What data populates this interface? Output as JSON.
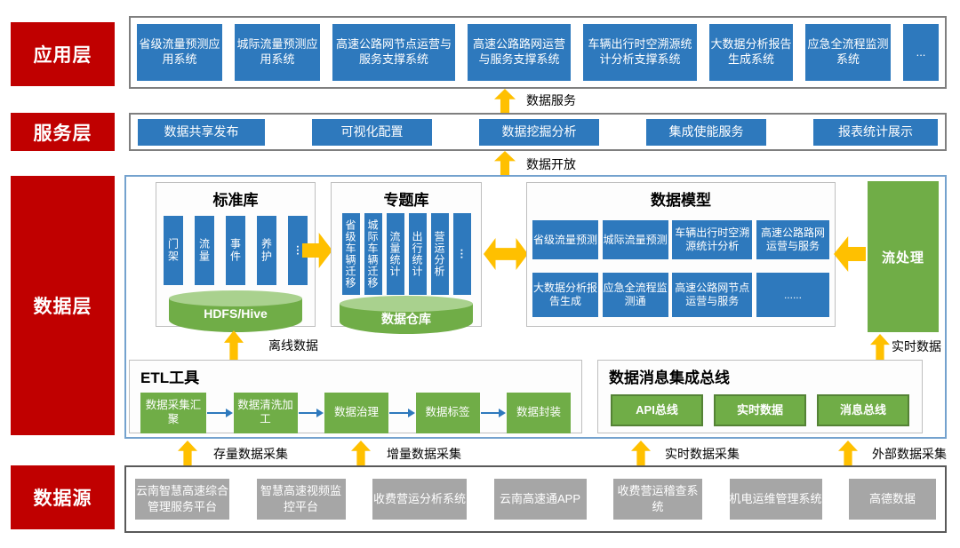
{
  "colors": {
    "layer_red": "#C00000",
    "box_blue": "#2E79BD",
    "box_green": "#70AD47",
    "cylinder_top_green": "#A9D18E",
    "bus_border_green": "#548235",
    "source_gray": "#A6A6A6",
    "arrow_yellow": "#FFC000"
  },
  "app_layer": {
    "label": "应用层",
    "arrow_label": "数据服务",
    "systems": [
      "省级流量预测应用系统",
      "城际流量预测应用系统",
      "高速公路网节点运营与服务支撑系统",
      "高速公路路网运营与服务支撑系统",
      "车辆出行时空溯源统计分析支撑系统",
      "大数据分析报告生成系统",
      "应急全流程监测系统",
      "..."
    ]
  },
  "service_layer": {
    "label": "服务层",
    "arrow_label": "数据开放",
    "services": [
      "数据共享发布",
      "可视化配置",
      "数据挖掘分析",
      "集成使能服务",
      "报表统计展示"
    ]
  },
  "data_layer": {
    "label": "数据层",
    "standard_db": {
      "title": "标准库",
      "bars": [
        "门架",
        "流量",
        "事件",
        "养护",
        "···"
      ],
      "storage": "HDFS/Hive"
    },
    "topic_db": {
      "title": "专题库",
      "bars": [
        "省级车辆迁移",
        "城际车辆迁移",
        "流量统计",
        "出行统计",
        "营运分析",
        "···"
      ],
      "storage": "数据仓库"
    },
    "data_model": {
      "title": "数据模型",
      "row1": [
        "省级流量预测",
        "城际流量预测",
        "车辆出行时空溯源统计分析",
        "高速公路路网运营与服务"
      ],
      "row2": [
        "大数据分析报告生成",
        "应急全流程监测通",
        "高速公路网节点运营与服务",
        "......"
      ]
    },
    "stream_label": "流处理",
    "offline_label": "离线数据",
    "realtime_label": "实时数据",
    "etl": {
      "title": "ETL工具",
      "steps": [
        "数据采集汇聚",
        "数据清洗加工",
        "数据治理",
        "数据标签",
        "数据封装"
      ]
    },
    "bus": {
      "title": "数据消息集成总线",
      "items": [
        "API总线",
        "实时数据",
        "消息总线"
      ]
    }
  },
  "source_layer": {
    "label": "数据源",
    "collect_labels": [
      "存量数据采集",
      "增量数据采集",
      "实时数据采集",
      "外部数据采集"
    ],
    "systems": [
      "云南智慧高速综合管理服务平台",
      "智慧高速视频监控平台",
      "收费营运分析系统",
      "云南高速通APP",
      "收费营运稽查系统",
      "机电运维管理系统",
      "高德数据"
    ]
  }
}
